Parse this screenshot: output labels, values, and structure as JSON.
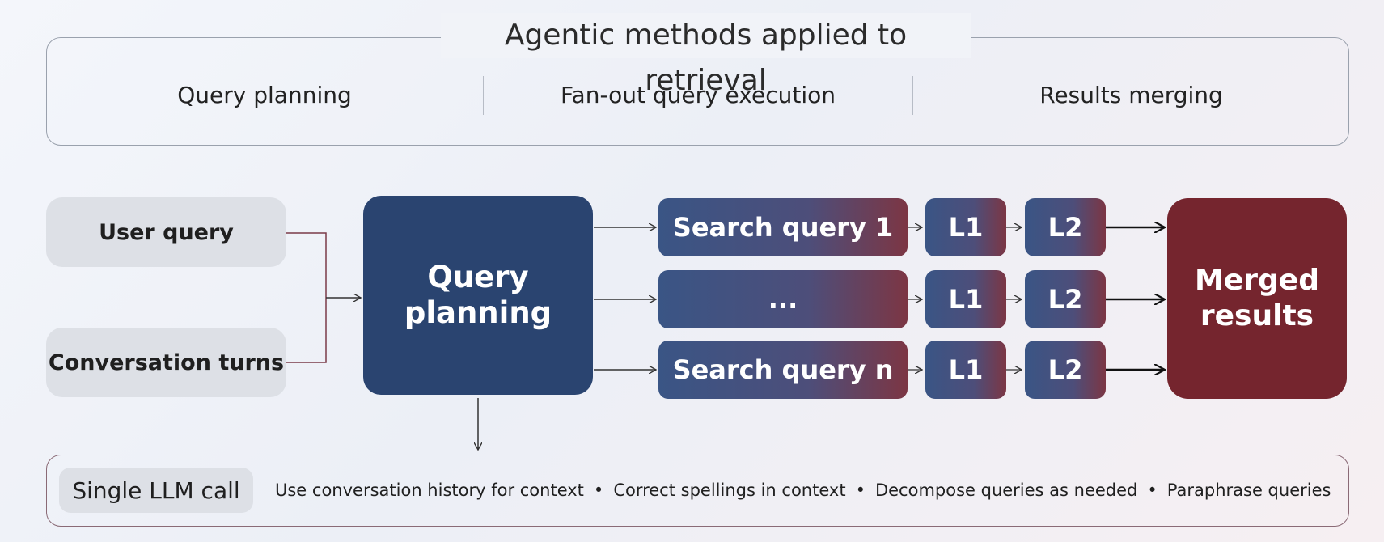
{
  "header": {
    "title": "Agentic methods applied to retrieval",
    "methods": [
      "Query planning",
      "Fan-out query execution",
      "Results merging"
    ]
  },
  "inputs": {
    "user_query": "User query",
    "conversation_turns": "Conversation turns"
  },
  "query_planning": {
    "line1": "Query",
    "line2": "planning"
  },
  "searches": [
    {
      "label": "Search query 1",
      "l1": "L1",
      "l2": "L2"
    },
    {
      "label": "...",
      "l1": "L1",
      "l2": "L2"
    },
    {
      "label": "Search query n",
      "l1": "L1",
      "l2": "L2"
    }
  ],
  "merged": {
    "line1": "Merged",
    "line2": "results"
  },
  "footer": {
    "llm_label": "Single LLM call",
    "features": [
      "Use conversation history for context",
      "Correct spellings in context",
      "Decompose queries as needed",
      "Paraphrase queries"
    ],
    "separator": "•"
  },
  "colors": {
    "query_planning_bg": "#2a4470",
    "merged_bg": "#75252e",
    "gradient_start": "#3a5585",
    "gradient_end": "#7c3644"
  }
}
